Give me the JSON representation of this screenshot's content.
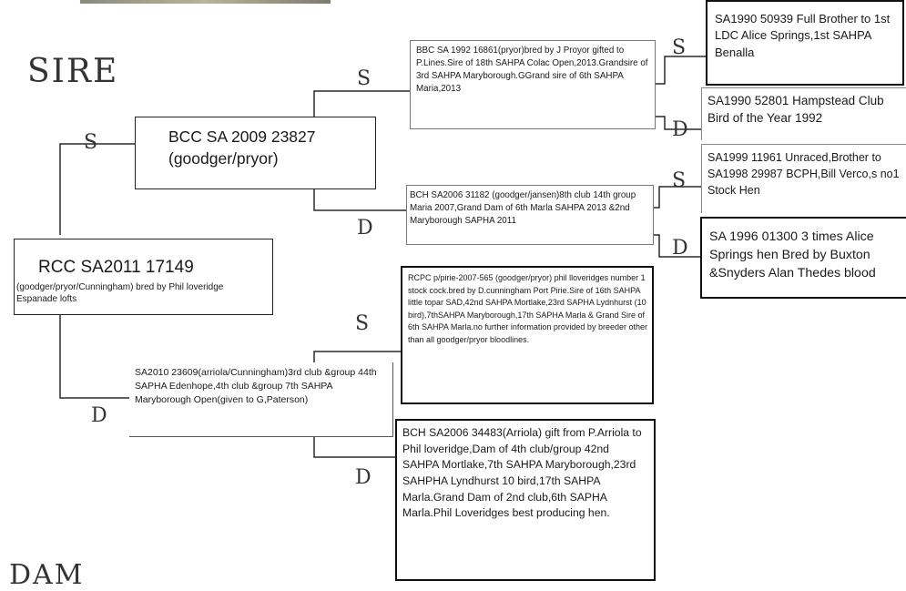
{
  "headings": {
    "sire": "SIRE",
    "dam": "DAM"
  },
  "letters": {
    "s": "S",
    "d": "D"
  },
  "subject": {
    "title": "RCC SA2011 17149",
    "note": "(goodger/pryor/Cunningham) bred by Phil loveridge Espanade lofts"
  },
  "sire": {
    "title": "BCC SA 2009 23827",
    "note": "(goodger/pryor)"
  },
  "dam": {
    "text": "SA2010 23609(arriola/Cunningham)3rd club &group 44th SAPHA Edenhope,4th club &group 7th SAHPA Maryborough Open(given to G,Paterson)"
  },
  "sire_sire": {
    "text": "BBC SA 1992 16861(pryor)bred by J Proyor gifted to P.Lines.Sire of 18th SAHPA Colac Open,2013.Grandsire of 3rd SAHPA Maryborough.GGrand sire of 6th SAHPA Maria,2013"
  },
  "sire_dam": {
    "text": "BCH SA2006 31182 (goodger/jansen)8th club 14th group Maria 2007,Grand Dam of 6th Marla SAHPA 2013 &2nd Maryborough SAPHA 2011"
  },
  "dam_sire": {
    "text": "RCPC p/pirie-2007-565 (goodger/pryor) phil lloveridges number 1 stock cock.bred by D.cunningham Port Pirie.Sire of 16th SAHPA little topar SAD,42nd SAHPA Mortlake,23rd SAPHA Lydnhurst (10 bird),7thSAHPA Maryborough,17th SAPHA Marla & Grand Sire of 6th SAHPA Marla.no further information provided by breeder other than all goodger/pryor bloodlines."
  },
  "dam_dam": {
    "text": "BCH SA2006 34483(Arriola) gift from P.Arriola to Phil loveridge,Dam of 4th club/group 42nd SAHPA Mortlake,7th SAHPA Maryborough,23rd SAHPHA Lyndhurst 10 bird,17th SAHPA Marla.Grand Dam of 2nd club,6th SAPHA Marla.Phil Loveridges best producing hen."
  },
  "ggp": [
    {
      "text": "SA1990 50939 Full Brother to 1st LDC Alice Springs,1st SAHPA Benalla"
    },
    {
      "text": "SA1990 52801 Hampstead Club Bird of the Year 1992"
    },
    {
      "text": "SA1999 11961 Unraced,Brother to SA1998 29987 BCPH,Bill Verco,s no1 Stock Hen"
    },
    {
      "text": "SA 1996 01300 3 times Alice Springs hen Bred by Buxton &Snyders Alan Thedes blood"
    }
  ]
}
